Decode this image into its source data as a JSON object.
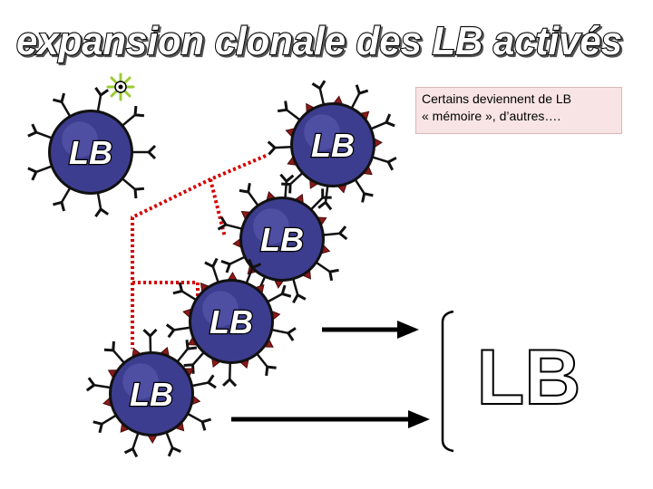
{
  "title": "expansion clonale des LB activés",
  "cell_label": "LB",
  "callout": {
    "line1": "Certains deviennent de LB",
    "line2": "« mémoire », d’autres…."
  },
  "result_label": "LB",
  "colors": {
    "cell_body": "#3d3d8f",
    "cell_border": "#8b1a1a",
    "receptor": "#111111",
    "lineage_line": "#d40000",
    "antigen": "#9acd32",
    "callout_bg": "#f8e4e4"
  },
  "icons": [
    "antigen-icon",
    "arrow-right-icon",
    "bracket-icon"
  ]
}
